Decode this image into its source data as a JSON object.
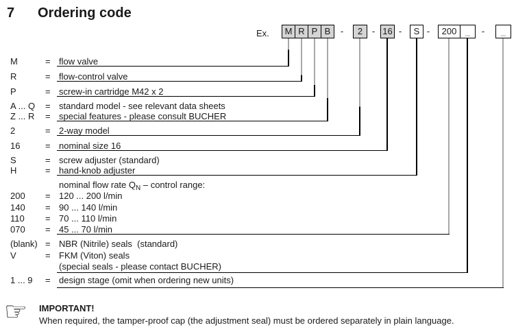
{
  "header": {
    "section_number": "7",
    "title": "Ordering code"
  },
  "symbols": {
    "equals": "=",
    "separator": "-"
  },
  "example": {
    "label": "Ex.",
    "boxes": [
      {
        "label": "M",
        "filled": true
      },
      {
        "label": "R",
        "filled": true
      },
      {
        "label": "P",
        "filled": true
      },
      {
        "label": "B",
        "filled": true
      },
      {
        "label": "2",
        "filled": true
      },
      {
        "label": "16",
        "filled": true
      },
      {
        "label": "S",
        "filled": false
      },
      {
        "label": "200",
        "filled": false
      },
      {
        "label": "_",
        "filled": false,
        "muted": true
      },
      {
        "label": "_",
        "filled": false,
        "muted": true
      }
    ]
  },
  "rows": [
    {
      "code": "M",
      "desc": "flow valve"
    },
    {
      "code": "R",
      "desc": "flow-control valve"
    },
    {
      "code": "P",
      "desc": "screw-in cartridge M42 x 2"
    },
    {
      "code": "A ... Q",
      "desc": "standard model - see relevant data sheets"
    },
    {
      "code": "Z ... R",
      "desc": "special features - please consult BUCHER"
    },
    {
      "code": "2",
      "desc": "2-way model"
    },
    {
      "code": "16",
      "desc": "nominal size 16"
    },
    {
      "code": "S",
      "desc": "screw adjuster (standard)"
    },
    {
      "code": "H",
      "desc": "hand-knob adjuster"
    },
    {
      "code": "200",
      "desc": "120 ... 200 l/min"
    },
    {
      "code": "140",
      "desc": "90 ... 140 l/min"
    },
    {
      "code": "110",
      "desc": "70 ... 110 l/min"
    },
    {
      "code": "070",
      "desc": "45 ... 70 l/min"
    },
    {
      "code": "(blank)",
      "desc": "NBR (Nitrile) seals  (standard)"
    },
    {
      "code": "V",
      "desc": "FKM (Viton) seals"
    },
    {
      "code": "",
      "desc": "(special seals - please contact BUCHER)"
    },
    {
      "code": "1 ... 9",
      "desc": "design stage (omit when ordering new units)"
    }
  ],
  "flow_rate_header": {
    "pre": "nominal flow rate Q",
    "sub": "N",
    "post": " – control range:"
  },
  "important": {
    "icon": "pointing-hand-icon",
    "glyph": "☞",
    "title": "IMPORTANT!",
    "text": "When required, the tamper-proof cap (the adjustment seal) must be ordered separately in plain language."
  },
  "colors": {
    "box_fill": "#d4d4d4",
    "leader_gray": "#a8a8a8",
    "muted_text": "#909090",
    "ink": "#1a1a1a"
  }
}
